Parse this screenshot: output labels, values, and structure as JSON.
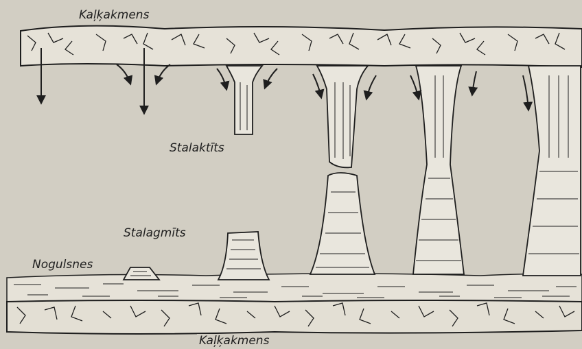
{
  "labels": {
    "top_rock": "Kaļķakmens",
    "stalactite": "Stalaktīts",
    "stalagmite": "Stalagmīts",
    "deposit": "Nogulsnes",
    "bottom_rock": "Kaļķakmens"
  },
  "colors": {
    "background": "#d2cec3",
    "ink": "#1e1e1e",
    "fill": "#e9e6dd"
  }
}
